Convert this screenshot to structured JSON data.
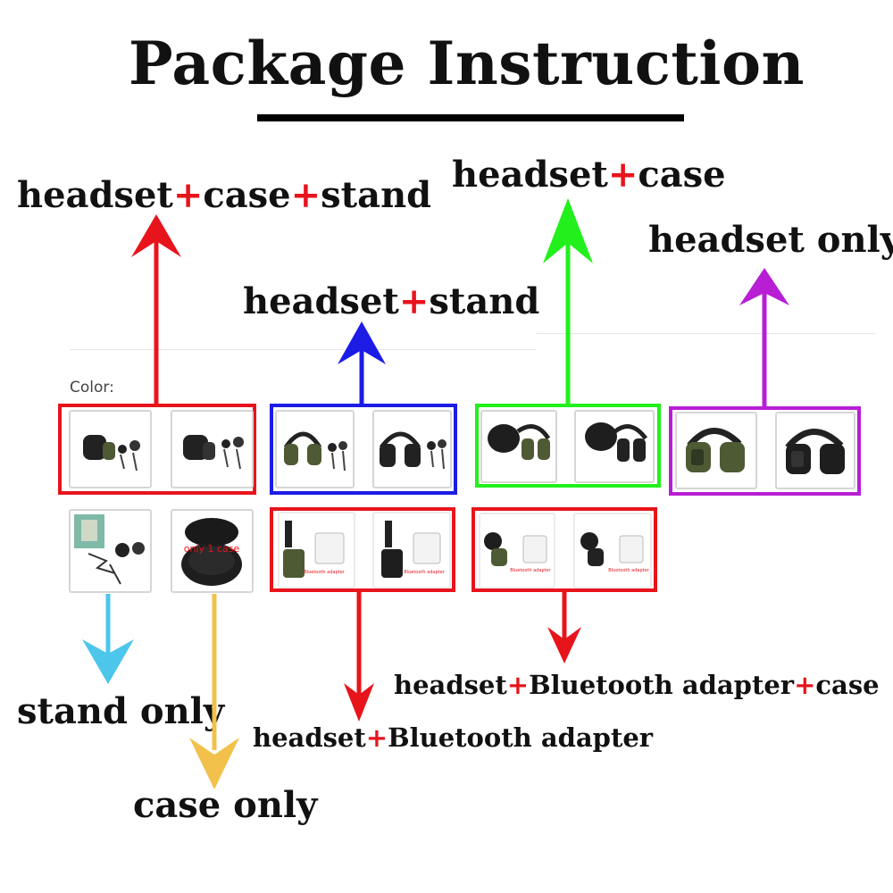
{
  "title": "Package Instruction",
  "color_label": "Color:",
  "plus": "+",
  "labels": {
    "headset_case_stand": [
      "headset",
      "case",
      "stand"
    ],
    "headset_stand": [
      "headset",
      "stand"
    ],
    "headset_case": [
      "headset",
      "case"
    ],
    "headset_only": "headset only",
    "stand_only": "stand only",
    "case_only": "case only",
    "headset_bt_adapter": [
      "headset",
      "Bluetooth adapter"
    ],
    "headset_bt_adapter_case": [
      "headset",
      "Bluetooth adapter",
      "case"
    ]
  },
  "thumb_overlay_text": "only 1 case",
  "adapter_caption": "Bluetooth adapter",
  "colors": {
    "red": "#e8141c",
    "blue": "#1c1ce6",
    "green": "#22f01c",
    "purple": "#b81ed4",
    "cyan": "#4cc6ea",
    "yellow": "#f2c14c",
    "olive": "#4d5a34",
    "black": "#222222"
  }
}
